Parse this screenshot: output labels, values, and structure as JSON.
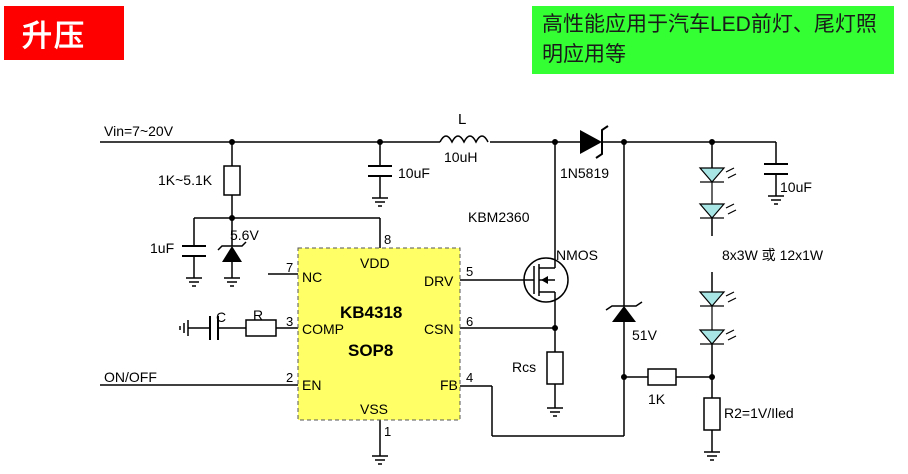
{
  "banner": {
    "title": "升压",
    "subtitle": "高性能应用于汽车LED前灯、尾灯照明应用等"
  },
  "chip": {
    "name": "KB4318",
    "package": "SOP8"
  },
  "pins": {
    "vdd": "VDD",
    "vdd_num": "8",
    "nc": "NC",
    "nc_num": "7",
    "comp": "COMP",
    "comp_num": "3",
    "en": "EN",
    "en_num": "2",
    "drv": "DRV",
    "drv_num": "5",
    "csn": "CSN",
    "csn_num": "6",
    "fb": "FB",
    "fb_num": "4",
    "vss": "VSS",
    "vss_num": "1"
  },
  "labels": {
    "vin": "Vin=7~20V",
    "on_off": "ON/OFF",
    "r_top": "1K~5.1K",
    "cap_1uf": "1uF",
    "zener_56": "5.6V",
    "cap_10uf_in": "10uF",
    "inductor_L": "L",
    "inductor_val": "10uH",
    "diode": "1N5819",
    "mosfet_part": "KBM2360",
    "mosfet_type": "NMOS",
    "rcs": "Rcs",
    "zener_51": "51V",
    "r_1k": "1K",
    "r2": "R2=1V/Iled",
    "cap_10uf_out": "10uF",
    "led_config": "8x3W 或 12x1W",
    "comp_c": "C",
    "comp_r": "R"
  },
  "colors": {
    "chip_fill": "#ffff66",
    "red_banner": "#ff0000",
    "green_banner": "#33ff33",
    "led": "#a8e6e6"
  }
}
